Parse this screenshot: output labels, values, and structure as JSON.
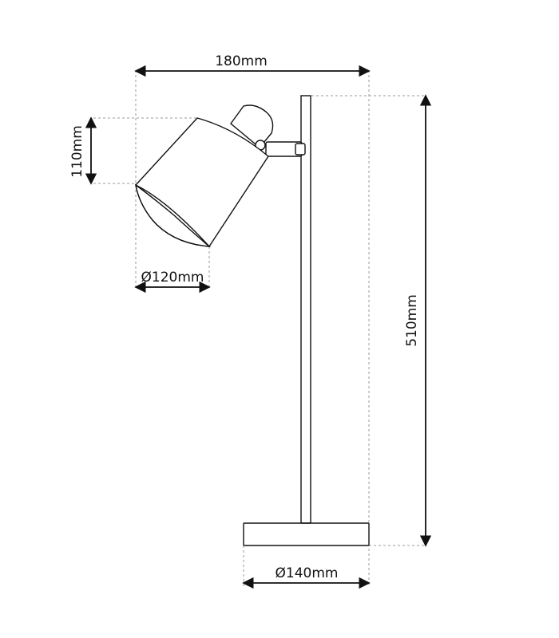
{
  "diagram": {
    "labels": {
      "overall_width": "180mm",
      "shade_height": "110mm",
      "shade_diameter": "Ø120mm",
      "overall_height": "510mm",
      "base_diameter": "Ø140mm"
    }
  }
}
